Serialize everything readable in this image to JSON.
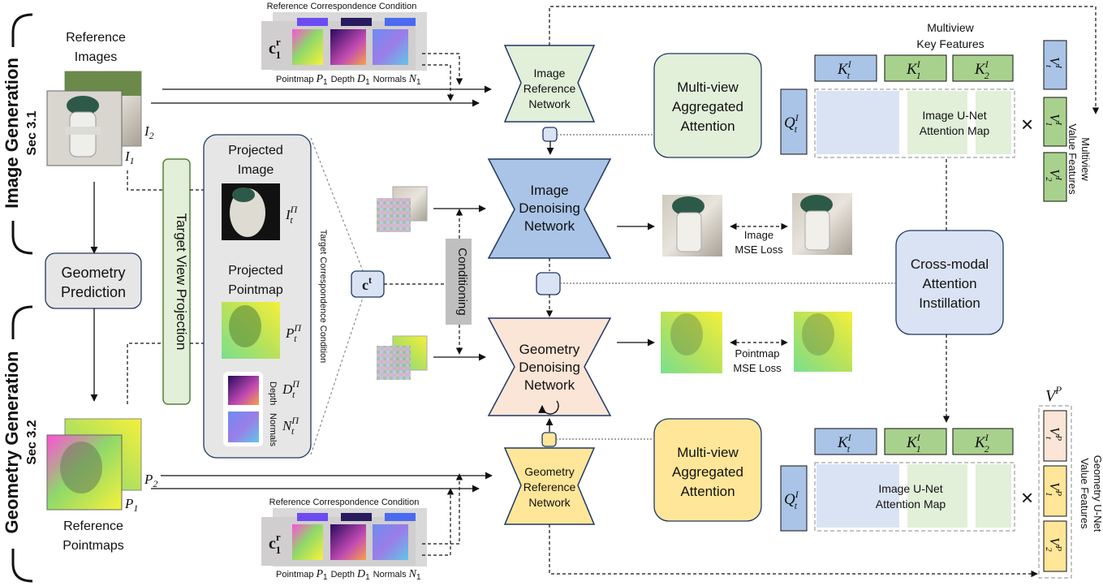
{
  "sections": {
    "image_generation": "Image Generation",
    "image_sec": "Sec 3.1",
    "geometry_generation": "Geometry Generation",
    "geometry_sec": "Sec 3.2"
  },
  "reference_images": {
    "title_line1": "Reference",
    "title_line2": "Images",
    "label_i1": "I",
    "label_i1_sub": "1",
    "label_i2": "I",
    "label_i2_sub": "2"
  },
  "reference_pointmaps": {
    "title_line1": "Reference",
    "title_line2": "Pointmaps",
    "label_p1": "P",
    "label_p1_sub": "1",
    "label_p2": "P",
    "label_p2_sub": "2"
  },
  "geometry_prediction": {
    "line1": "Geometry",
    "line2": "Prediction"
  },
  "target_view_projection": "Target View Projection",
  "projection_panel": {
    "projected_image_line1": "Projected",
    "projected_image_line2": "Image",
    "projected_pointmap_line1": "Projected",
    "projected_pointmap_line2": "Pointmap",
    "depth": "Depth",
    "normals": "Normals",
    "i_label": "I",
    "p_label": "P",
    "d_label": "D",
    "n_label": "N",
    "t_sub": "t",
    "pi_sup": "Π"
  },
  "target_correspondence_condition": "Target Correspondence Condition",
  "ct_label": "c",
  "ct_sup": "t",
  "conditioning": "Conditioning",
  "ref_condition_top": {
    "title": "Reference Correspondence Condition",
    "c_label": "c",
    "c_sup": "r",
    "c_sub": "1",
    "pointmap": "Pointmap",
    "depth": "Depth",
    "normals": "Normals",
    "p_label": "P",
    "d_label": "D",
    "n_label": "N",
    "sub": "1"
  },
  "ref_condition_bottom": {
    "title": "Reference Correspondence Condition",
    "c_label": "c",
    "c_sup": "r",
    "c_sub": "1",
    "pointmap": "Pointmap",
    "depth": "Depth",
    "normals": "Normals",
    "p_label": "P",
    "d_label": "D",
    "n_label": "N",
    "sub": "1"
  },
  "networks": {
    "image_reference": [
      "Image",
      "Reference",
      "Network"
    ],
    "image_denoising": [
      "Image",
      "Denoising",
      "Network"
    ],
    "geometry_denoising": [
      "Geometry",
      "Denoising",
      "Network"
    ],
    "geometry_reference": [
      "Geometry",
      "Reference",
      "Network"
    ]
  },
  "losses": {
    "image_line1": "Image",
    "image_line2": "MSE Loss",
    "pointmap_line1": "Pointmap",
    "pointmap_line2": "MSE Loss"
  },
  "attention": {
    "multiview_top": [
      "Multi-view",
      "Aggregated",
      "Attention"
    ],
    "multiview_bottom": [
      "Multi-view",
      "Aggregated",
      "Attention"
    ],
    "cross_modal": [
      "Cross-modal",
      "Attention",
      "Instillation"
    ]
  },
  "top_matrix": {
    "key_features_line1": "Multiview",
    "key_features_line2": "Key Features",
    "k_labels": [
      "K",
      "K",
      "K"
    ],
    "k_subs": [
      "t",
      "1",
      "2"
    ],
    "k_sup": "I",
    "q_label": "Q",
    "q_sub": "t",
    "q_sup": "I",
    "map_line1": "Image U-Net",
    "map_line2": "Attention Map",
    "v_labels": [
      "V",
      "V",
      "V"
    ],
    "v_subs": [
      "t",
      "1",
      "2"
    ],
    "v_sup": "I",
    "value_features_line1": "Multiview",
    "value_features_line2": "Value Features",
    "times": "×"
  },
  "bottom_matrix": {
    "k_labels": [
      "K",
      "K",
      "K"
    ],
    "k_subs": [
      "t",
      "1",
      "2"
    ],
    "k_sup": "I",
    "q_label": "Q",
    "q_sub": "t",
    "q_sup": "I",
    "map_line1": "Image U-Net",
    "map_line2": "Attention Map",
    "vp_label": "V",
    "vp_sup": "P",
    "v_labels": [
      "V",
      "V",
      "V"
    ],
    "v_subs": [
      "t",
      "1",
      "2"
    ],
    "v_sup": "P",
    "value_features_line1": "Geometry U-Net",
    "value_features_line2": "Value Features",
    "times": "×"
  },
  "colors": {
    "green_fill": "#e2efd9",
    "green_stroke": "#548235",
    "green_solid": "#a9d18e",
    "blue_fill": "#a9c4e6",
    "blue_light": "#dae3f3",
    "blue_stroke": "#2f4f8f",
    "orange_fill": "#fbe5d6",
    "yellow_fill": "#ffe699",
    "yellow_stroke": "#bf9000",
    "gray_fill": "#e7e6e6",
    "cond_gray": "#bfbfbf"
  }
}
